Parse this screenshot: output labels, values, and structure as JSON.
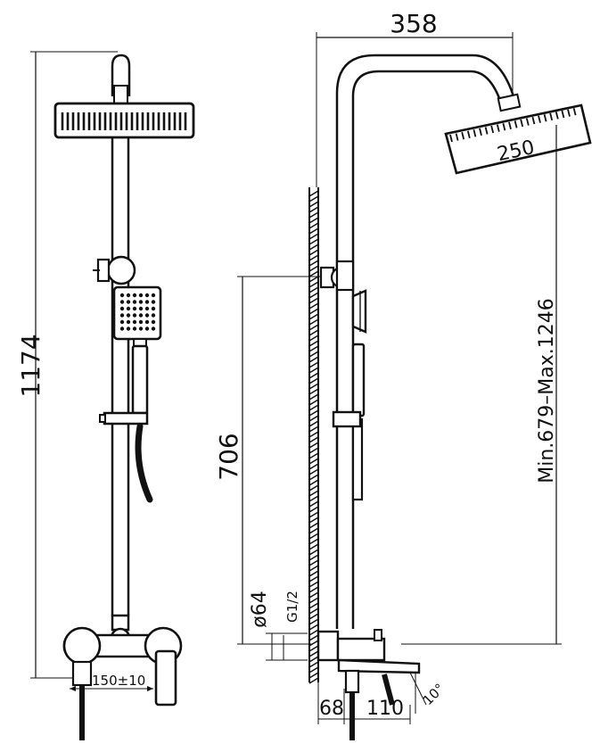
{
  "dimensions": {
    "total_height": "1174",
    "arm_length": "358",
    "head_size": "250",
    "bracket_height": "706",
    "adjust_range": "Min.679–Max.1246",
    "flange_dia": "ø64",
    "thread": "G1/2",
    "wall_offset": "68",
    "spout_length": "110",
    "spout_angle": "10°",
    "inlet_spacing": "150±10"
  },
  "colors": {
    "line": "#111111",
    "background": "#ffffff"
  }
}
